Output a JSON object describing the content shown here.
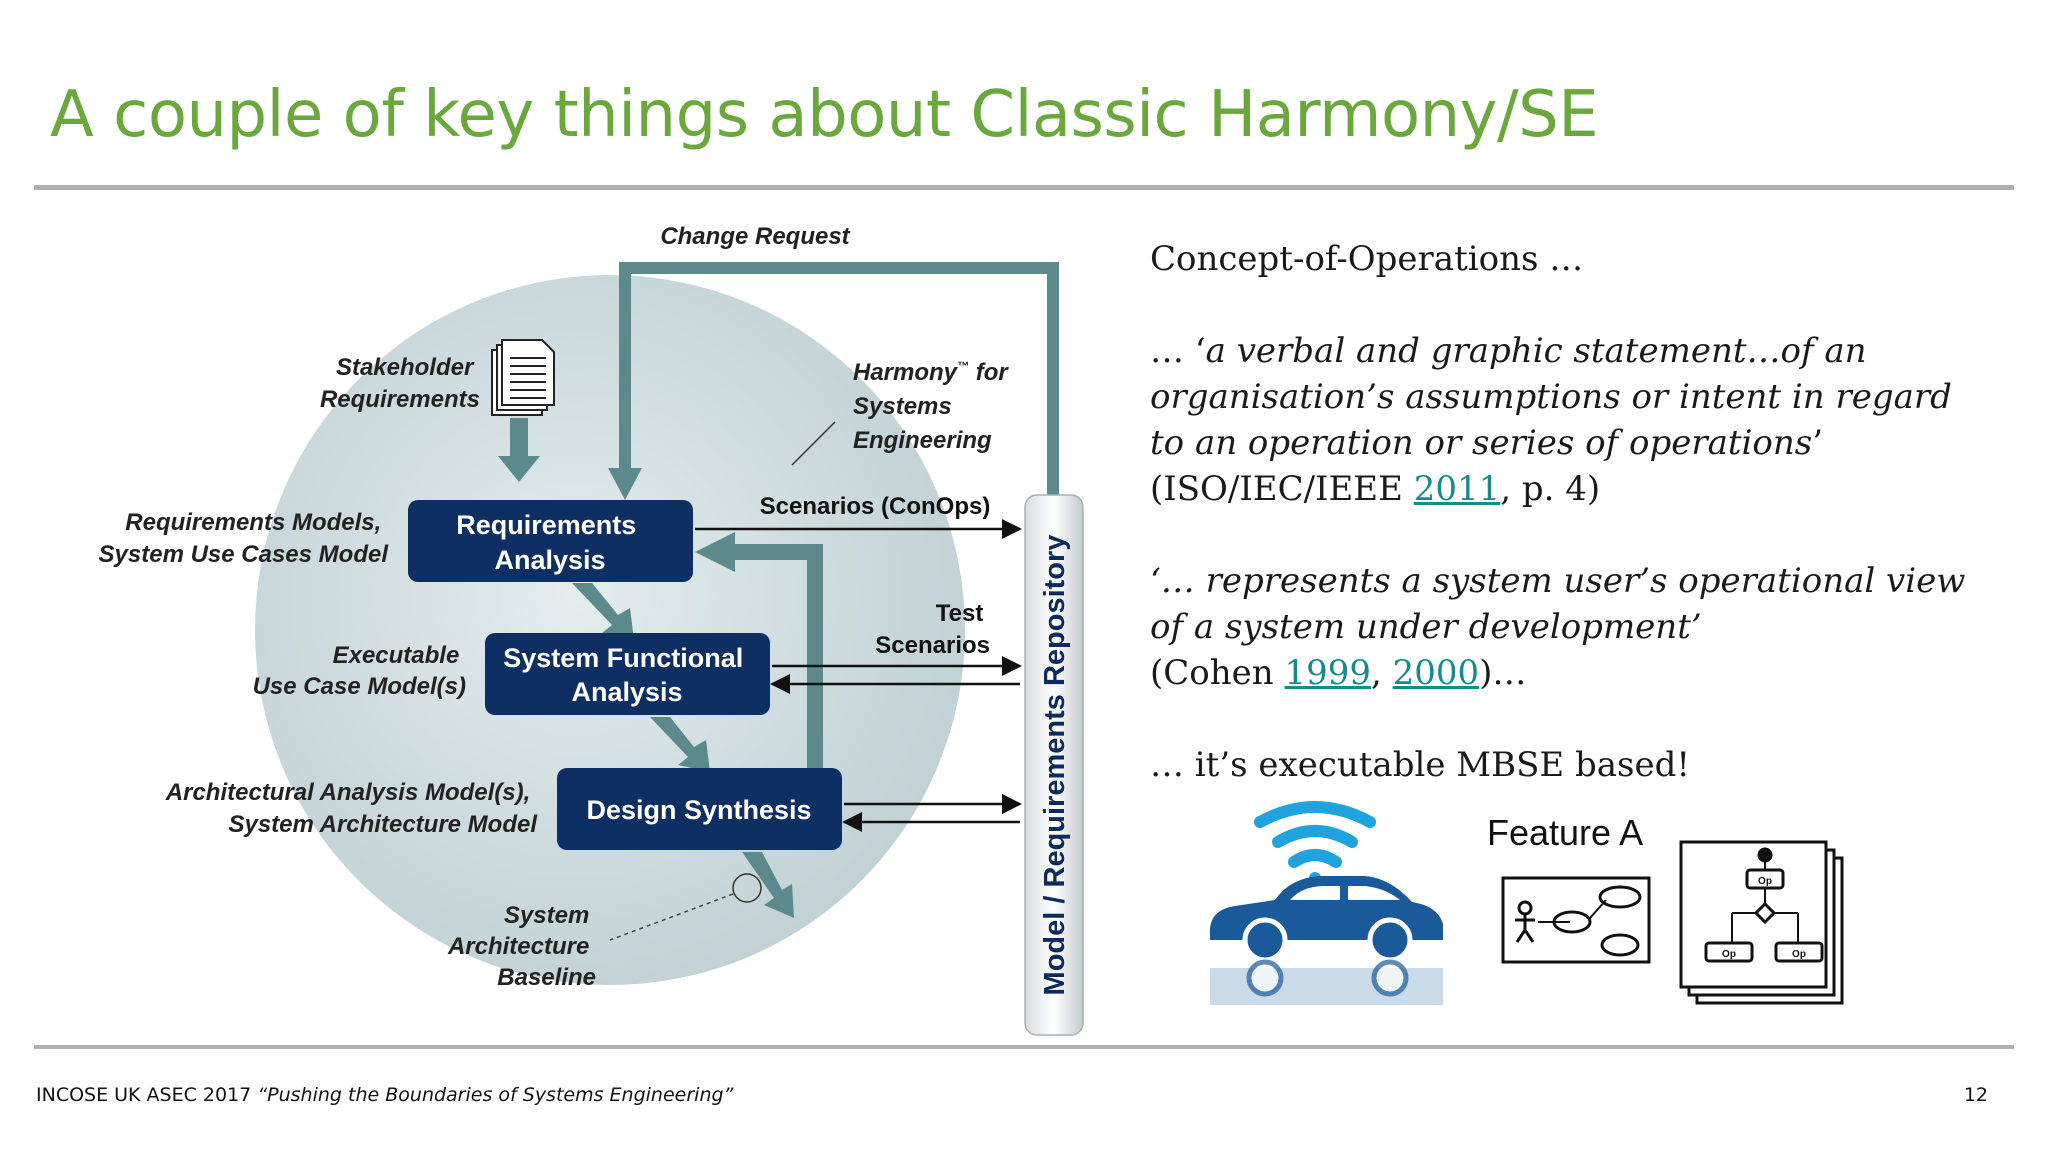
{
  "slide": {
    "title": "A couple of key things about Classic Harmony/SE",
    "page_number": "12"
  },
  "diagram": {
    "change_request": "Change Request",
    "stakeholder_requirements": [
      "Stakeholder",
      "Requirements"
    ],
    "harmony_label": [
      "Harmony",
      "™",
      " for",
      "Systems",
      "Engineering"
    ],
    "requirements_models": [
      "Requirements Models,",
      "System Use Cases Model"
    ],
    "box_requirements": [
      "Requirements",
      "Analysis"
    ],
    "scenarios_conops": "Scenarios (ConOps)",
    "executable_models": [
      "Executable",
      "Use Case Model(s)"
    ],
    "box_sfa": [
      "System Functional",
      "Analysis"
    ],
    "test_scenarios": [
      "Test",
      "Scenarios"
    ],
    "architectural_models": [
      "Architectural Analysis Model(s),",
      "System Architecture Model"
    ],
    "box_design": "Design Synthesis",
    "system_architecture_baseline": [
      "System",
      "Architecture",
      "Baseline"
    ],
    "repository": "Model / Requirements Repository",
    "colors": {
      "box_fill": "#0d2f63",
      "flow_arrow": "#5c8a8c",
      "circle": "#c9d8da"
    }
  },
  "text": {
    "p1": "Concept-of-Operations …",
    "p2_part1": "… ‘",
    "p2_italic": "a verbal and graphic statement…of an organisation’s assumptions or intent in regard to an operation or series of operations",
    "p2_part2": "’ (ISO/IEC/IEEE ",
    "p2_link": "2011",
    "p2_part3": ", p. 4)",
    "p3_italic": "‘… represents a system user’s operational view of a system under development’",
    "p3_part1": "(Cohen ",
    "p3_link1": "1999",
    "p3_sep": ", ",
    "p3_link2": "2000",
    "p3_part2": ")…",
    "p4": "… it’s executable MBSE based!",
    "link_color": "#178a8a"
  },
  "illustration": {
    "feature_label": "Feature A",
    "op_label": "Op",
    "car_color": "#1a5a9a",
    "wifi_color": "#1fa3dc"
  },
  "footer": {
    "org": "INCOSE UK ASEC 2017 ",
    "tagline": "“Pushing the Boundaries of Systems Engineering”"
  }
}
